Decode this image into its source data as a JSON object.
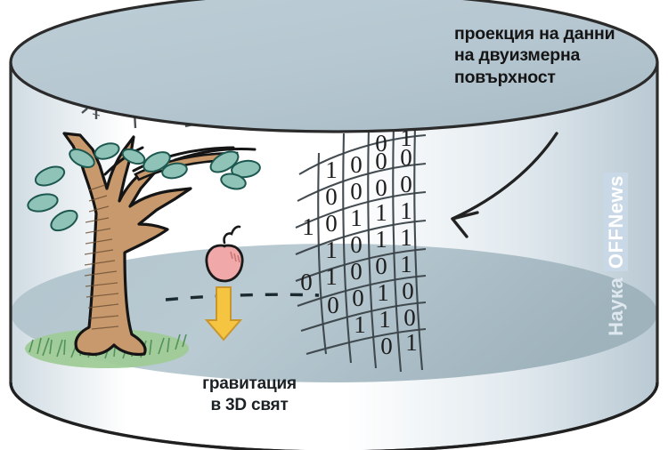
{
  "figure": {
    "title_projection_lines": [
      "проекция на данни",
      "на двуизмерна",
      "повърхност"
    ],
    "title_gravity_lines": [
      "гравитация",
      "в 3D свят"
    ],
    "watermark": "Наука OFFNews",
    "watermark_plain": "Наука",
    "watermark_accent": "OFFNews"
  },
  "colors": {
    "cylinder_top": "#b6c7d1",
    "cylinder_bottom": "#9fb3bd",
    "cylinder_wall_light": "#fbfcfc",
    "cylinder_outline": "#2b2b2b",
    "trunk": "#c8996c",
    "trunk_outline": "#1a1a1a",
    "leaf": "#7fb6aa",
    "leaf_outline": "#19514b",
    "grass": "#8cc08a",
    "apple": "#f0a8a8",
    "apple_outline": "#1a1a1a",
    "arrow_gravity": "#f5c542",
    "arrow_projection": "#222222",
    "digit": "#1d1d1d",
    "gridline": "#3a4348",
    "caption": "#151515",
    "watermark": "#dfe7ef"
  },
  "binary_grid": {
    "columns": 5,
    "rows": 11,
    "note": "projected binary data matrix wrapped on the cylinder wall",
    "cells": [
      [
        "",
        "",
        "",
        "0",
        "1"
      ],
      [
        "",
        "1",
        "0",
        "0",
        "0"
      ],
      [
        "",
        "0",
        "0",
        "0",
        "0"
      ],
      [
        "1",
        "0",
        "1",
        "1",
        "1"
      ],
      [
        "",
        "1",
        "0",
        "1",
        "1"
      ],
      [
        "0",
        "1",
        "0",
        "0",
        "1"
      ],
      [
        "",
        "0",
        "0",
        "1",
        "0"
      ],
      [
        "",
        "",
        "1",
        "1",
        "0"
      ],
      [
        "",
        "",
        "",
        "0",
        "1"
      ]
    ]
  },
  "scene_objects": {
    "tree_label": "apple tree",
    "apple_label": "falling apple",
    "gravity_arrow_label": "gravity direction arrow",
    "ground_label": "dashed ground plane",
    "projection_arrow_label": "projection pointer arrow",
    "debris_label": "floating twigs and leaf"
  }
}
